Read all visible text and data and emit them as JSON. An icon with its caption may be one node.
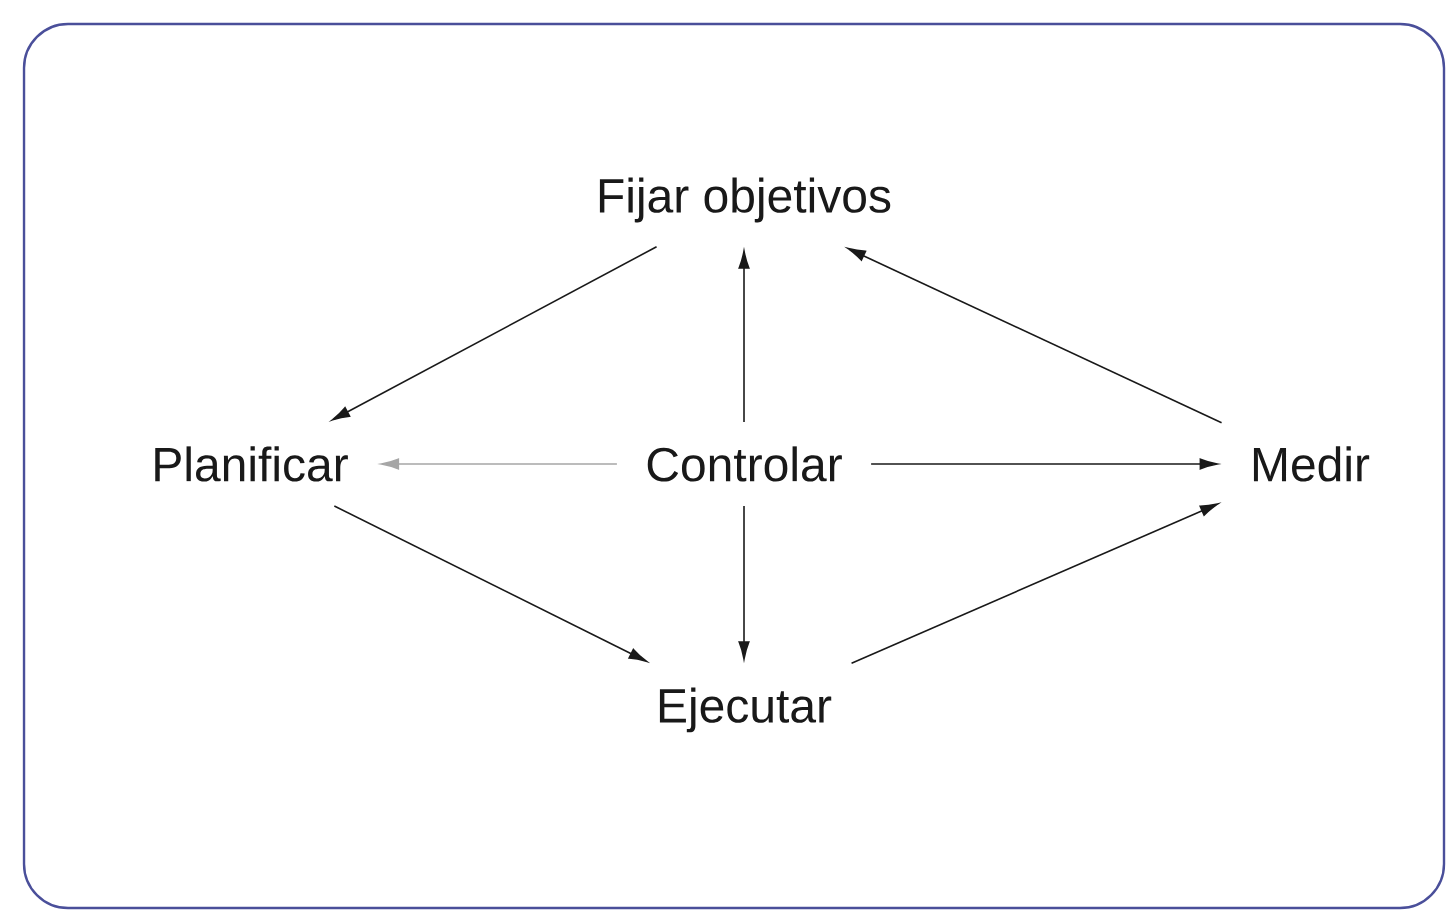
{
  "diagram": {
    "nodes": [
      {
        "text": [
          "Fijar objetivos"
        ]
      },
      {
        "text": [
          "Planificar"
        ]
      },
      {
        "text": [
          "Controlar"
        ]
      },
      {
        "text": [
          "Medir"
        ]
      },
      {
        "text": [
          "Ejecutar"
        ]
      }
    ],
    "edges": [
      {
        "from": 0,
        "to": 1,
        "arrow": "to"
      },
      {
        "from": 3,
        "to": 0,
        "arrow": "to"
      },
      {
        "from": 2,
        "to": 0,
        "arrow": "to"
      },
      {
        "from": 2,
        "to": 1,
        "arrow": "to",
        "color": "#a6a6a6"
      },
      {
        "from": 2,
        "to": 3,
        "arrow": "to"
      },
      {
        "from": 2,
        "to": 4,
        "arrow": "to"
      },
      {
        "from": 1,
        "to": 4,
        "arrow": "to"
      },
      {
        "from": 4,
        "to": 3,
        "arrow": "to"
      }
    ]
  }
}
